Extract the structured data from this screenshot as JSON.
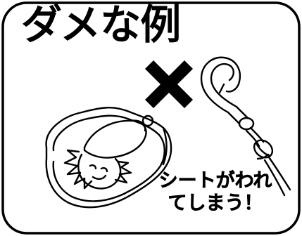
{
  "title": "ダメな例",
  "warning": {
    "line1": "シートがわれ",
    "line2": "てしまう！"
  },
  "marks": {
    "cross": "cross-mark-icon"
  }
}
